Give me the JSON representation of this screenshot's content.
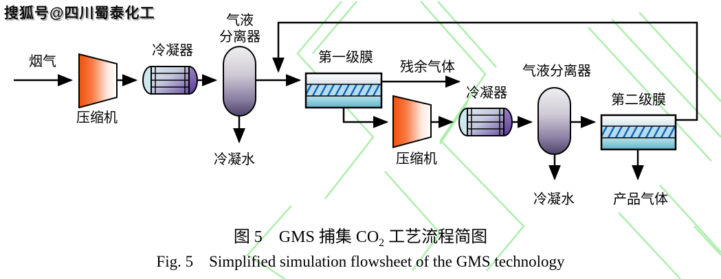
{
  "watermark": {
    "text": "搜狐号@四川蜀泰化工"
  },
  "flowsheet": {
    "streams": {
      "flue_gas": "烟气",
      "residual_gas": "残余气体",
      "condensate_1": "冷凝水",
      "condensate_2": "冷凝水",
      "product_gas": "产品气体"
    },
    "equipment": {
      "compressor_1": "压缩机",
      "condenser_1": "冷凝器",
      "separator_1_line1": "气液",
      "separator_1_line2": "分离器",
      "membrane_1": "第一级膜",
      "compressor_2": "压缩机",
      "condenser_2": "冷凝器",
      "separator_2": "气液分离器",
      "membrane_2": "第二级膜"
    },
    "colors": {
      "compressor_orange": "#f0500a",
      "condenser_purple": "#6a4fa0",
      "separator_purple": "#4e4269",
      "membrane_cyan": "#5fb6ca",
      "hatch_blue": "#1464b4",
      "line_black": "#000000",
      "watermark_green": "#a5eda5"
    }
  },
  "caption": {
    "zh_prefix": "图 5　GMS 捕集 CO",
    "zh_sub": "2",
    "zh_suffix": " 工艺流程简图",
    "en": "Fig. 5　Simplified simulation flowsheet of the GMS technology"
  }
}
